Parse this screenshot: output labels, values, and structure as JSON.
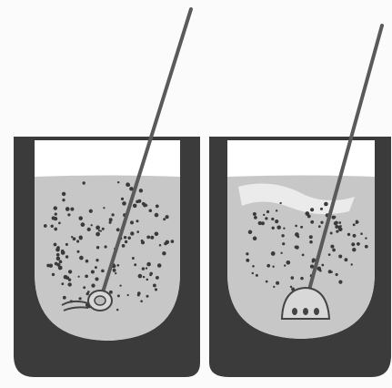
{
  "figure": {
    "panels": [
      {
        "name": "left",
        "tool": "ring-stirrer"
      },
      {
        "name": "right",
        "tool": "dome-stirrer"
      }
    ],
    "colors": {
      "background": "#fbfbfb",
      "vessel_wall": "#3b3b3b",
      "liquid": "#c7c7c7",
      "particles": "#3a3a3a",
      "rod": "#5a5a5a"
    }
  }
}
